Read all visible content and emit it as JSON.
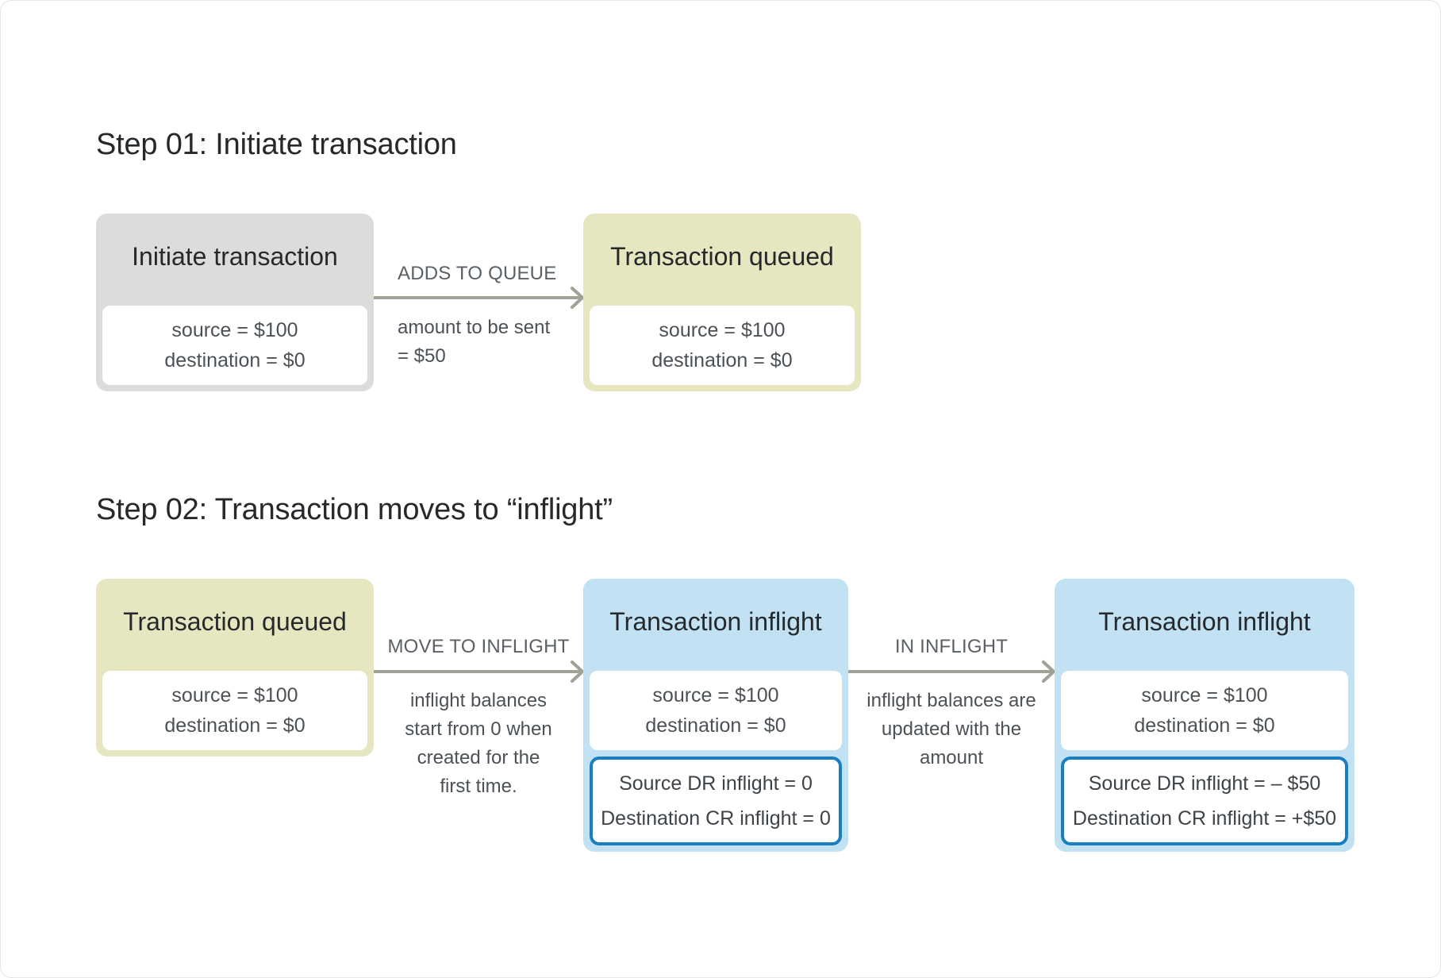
{
  "step1": {
    "title": "Step 01: Initiate transaction",
    "node_initiate": {
      "title": "Initiate transaction",
      "source": "source = $100",
      "destination": "destination = $0"
    },
    "edge": {
      "label": "ADDS TO QUEUE",
      "desc_line1": "amount to be sent",
      "desc_line2": "= $50"
    },
    "node_queued": {
      "title": "Transaction queued",
      "source": "source = $100",
      "destination": "destination = $0"
    }
  },
  "step2": {
    "title": "Step 02: Transaction moves to “inflight”",
    "node_queued": {
      "title": "Transaction queued",
      "source": "source = $100",
      "destination": "destination = $0"
    },
    "edge1": {
      "label": "MOVE TO INFLIGHT",
      "desc_lines": [
        "inflight balances",
        "start from 0 when",
        "created for the",
        "first time."
      ]
    },
    "node_inflight1": {
      "title": "Transaction inflight",
      "source": "source = $100",
      "destination": "destination = $0",
      "dr_inflight": "Source DR inflight = 0",
      "cr_inflight": "Destination CR inflight = 0"
    },
    "edge2": {
      "label": "IN INFLIGHT",
      "desc_lines": [
        "inflight balances are",
        "updated with the",
        "amount"
      ]
    },
    "node_inflight2": {
      "title": "Transaction inflight",
      "source": "source = $100",
      "destination": "destination = $0",
      "dr_inflight": "Source DR inflight = – $50",
      "cr_inflight": "Destination CR inflight = +$50"
    }
  },
  "colors": {
    "initiate": "#dcdcdc",
    "queued": "#e6e7c0",
    "inflight": "#c2e2f4",
    "inflight_border": "#1a7fc1",
    "arrow": "#9ea395"
  }
}
